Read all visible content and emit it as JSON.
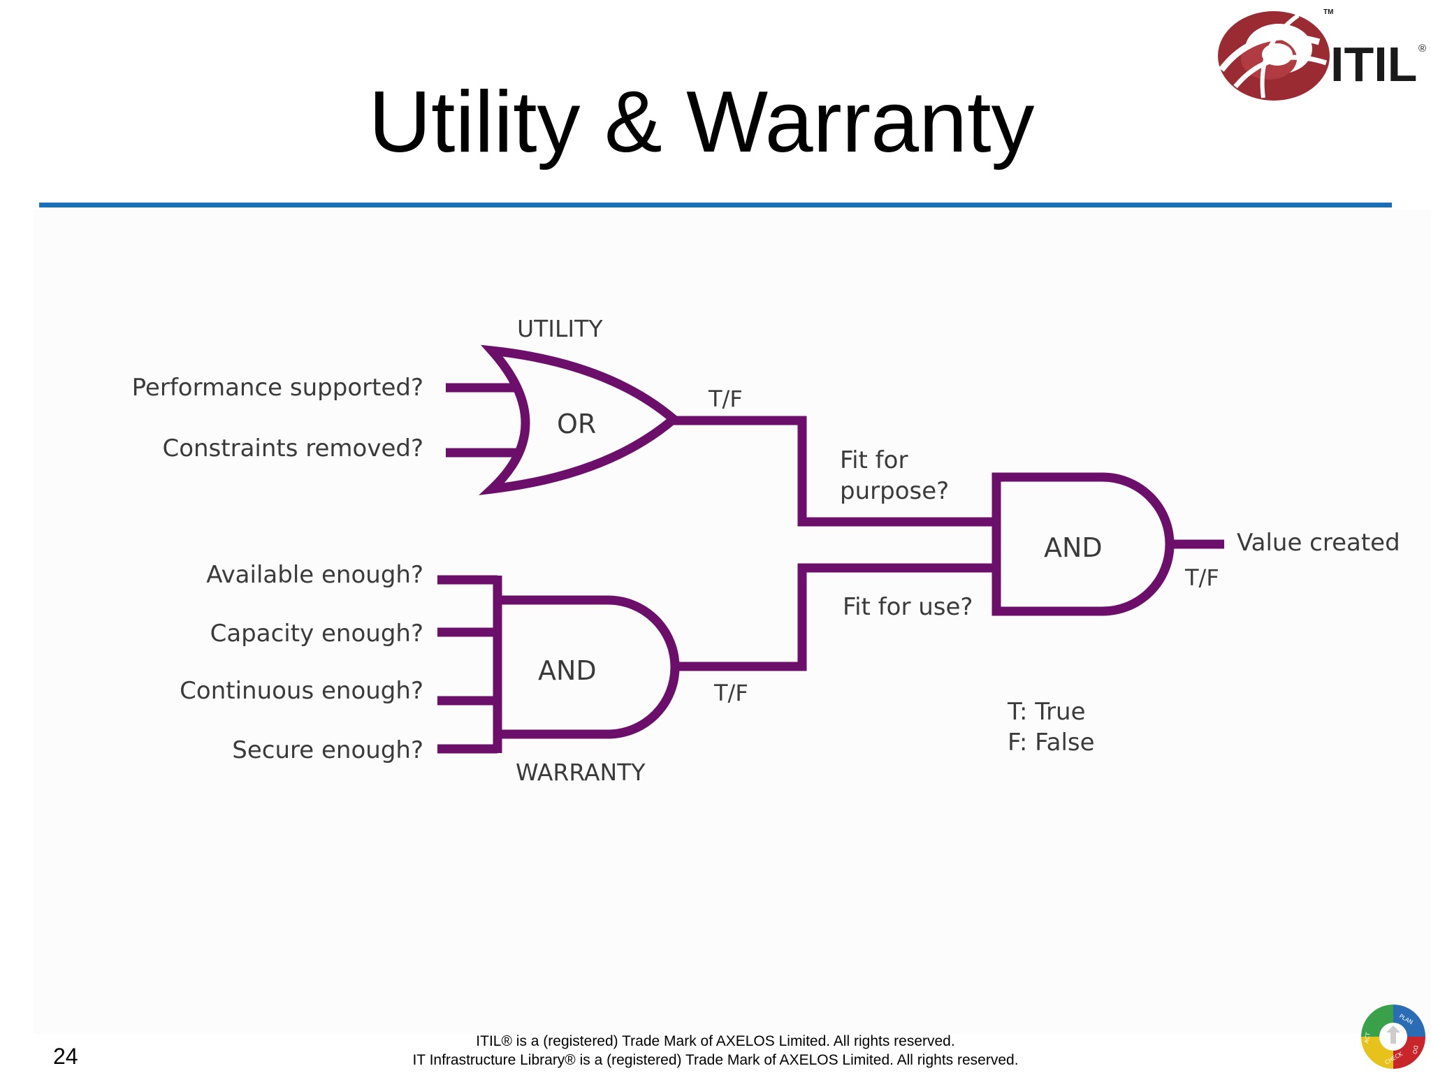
{
  "slide": {
    "title": "Utility & Warranty",
    "page_number": "24"
  },
  "logo": {
    "text": "ITIL",
    "trademark": "TM",
    "registered": "®",
    "brand_color": "#9b2b32"
  },
  "diagram": {
    "line_color": "#6b0f6b",
    "utility_label": "UTILITY",
    "warranty_label": "WARRANTY",
    "or_gate_label": "OR",
    "warranty_gate_label": "AND",
    "value_gate_label": "AND",
    "utility_inputs": [
      "Performance supported?",
      "Constraints removed?"
    ],
    "warranty_inputs": [
      "Available enough?",
      "Capacity enough?",
      "Continuous enough?",
      "Secure enough?"
    ],
    "utility_output": "T/F",
    "warranty_output": "T/F",
    "value_output": "T/F",
    "fit_for_purpose": [
      "Fit for",
      "purpose?"
    ],
    "fit_for_use": "Fit for use?",
    "result": "Value created",
    "legend": [
      "T: True",
      "F: False"
    ]
  },
  "footer": {
    "line1": "ITIL® is a (registered) Trade Mark of AXELOS Limited. All rights reserved.",
    "line2": "IT Infrastructure Library® is a (registered) Trade Mark of AXELOS Limited. All rights reserved."
  },
  "pdca_logo": {
    "labels": [
      "PLAN",
      "DO",
      "CHECK",
      "ACT"
    ],
    "colors": [
      "#2a6db5",
      "#c9262c",
      "#e7c21a",
      "#3aa14b"
    ]
  }
}
